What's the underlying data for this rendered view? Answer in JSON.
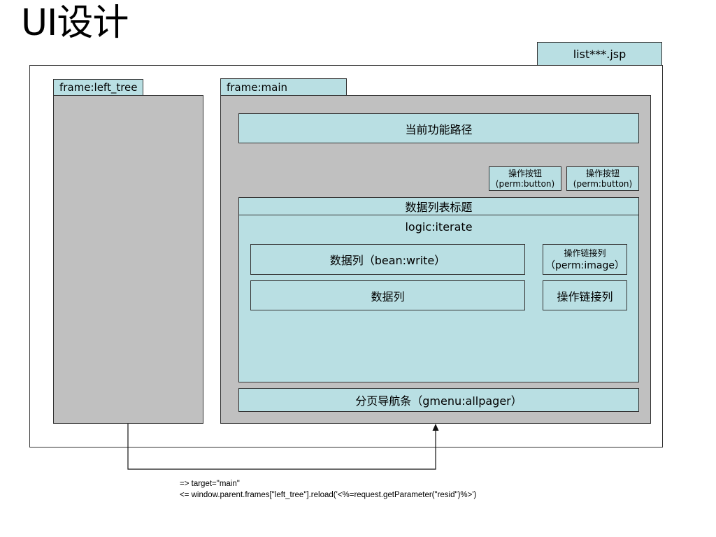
{
  "title": "UI设计",
  "file_tab": {
    "label": "list***.jsp"
  },
  "left_frame": {
    "label": "frame:left_tree"
  },
  "main_frame": {
    "label": "frame:main",
    "breadcrumb": "当前功能路径",
    "action_buttons": [
      {
        "line1": "操作按钮",
        "line2": "(perm:button)"
      },
      {
        "line1": "操作按钮",
        "line2": "(perm:button)"
      }
    ],
    "list_title": "数据列表标题",
    "iterate_label": "logic:iterate",
    "rows": [
      {
        "data_col": "数据列（bean:write）",
        "op_line1": "操作链接列",
        "op_line2": "（perm:image）"
      },
      {
        "data_col": "数据列",
        "op_line1": "操作链接列"
      }
    ],
    "pager": "分页导航条（gmenu:allpager）"
  },
  "notes": {
    "line1": "=> target=\"main\"",
    "line2": "<= window.parent.frames[\"left_tree\"].reload('<%=request.getParameter(\"resid\")%>')"
  },
  "colors": {
    "teal": "#b9dfe3",
    "gray": "#c0c0c0",
    "border": "#333333"
  }
}
